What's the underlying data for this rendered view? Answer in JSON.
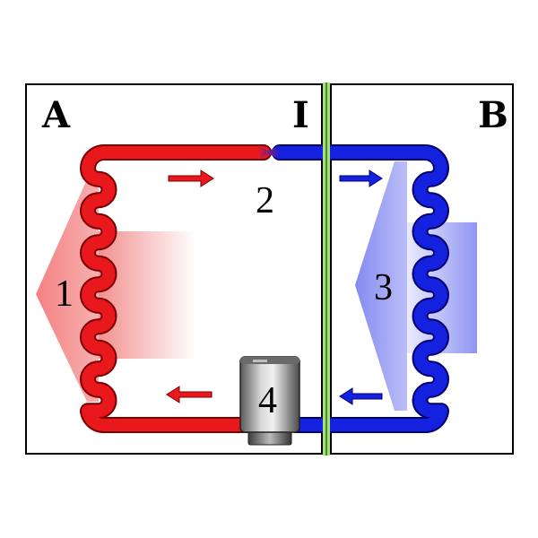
{
  "labels": {
    "region_a": "A",
    "region_b": "B",
    "interface": "I",
    "condenser": "1",
    "expansion_valve": "2",
    "evaporator": "3",
    "compressor": "4"
  },
  "colors": {
    "hot": "#e8181c",
    "cold": "#1422e0",
    "interface_line": "#a6e27a",
    "heat_out": "#f28a8a",
    "heat_in": "#8a8ff2",
    "frame": "#000000"
  }
}
